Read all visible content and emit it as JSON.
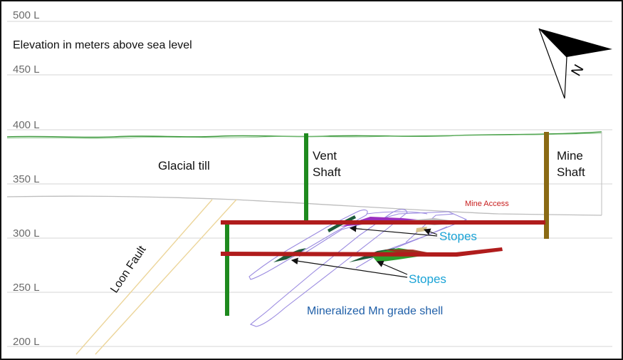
{
  "diagram": {
    "elevation_labels": [
      "500 L",
      "450 L",
      "400 L",
      "350 L",
      "300 L",
      "250 L",
      "200 L"
    ],
    "subtitle": "Elevation in meters above sea level",
    "glacial_till": "Glacial till",
    "vent_shaft": [
      "Vent",
      "Shaft"
    ],
    "mine_shaft": [
      "Mine",
      "Shaft"
    ],
    "mine_access": "Mine Access",
    "stopes_upper": "Stopes",
    "stopes_lower": "Stopes",
    "grade_shell": "Mineralized Mn grade shell",
    "fault": "Loon Fault",
    "north_label": "N",
    "colors": {
      "level_drift": "#b01c1c",
      "vent_shaft": "#1e8a1e",
      "mine_shaft": "#8a6a14",
      "grade_shell": "#9a8ae0",
      "topography": "#3f9a3f",
      "stope_label": "#1aa3d6",
      "shell_label": "#1f5fa8"
    }
  }
}
